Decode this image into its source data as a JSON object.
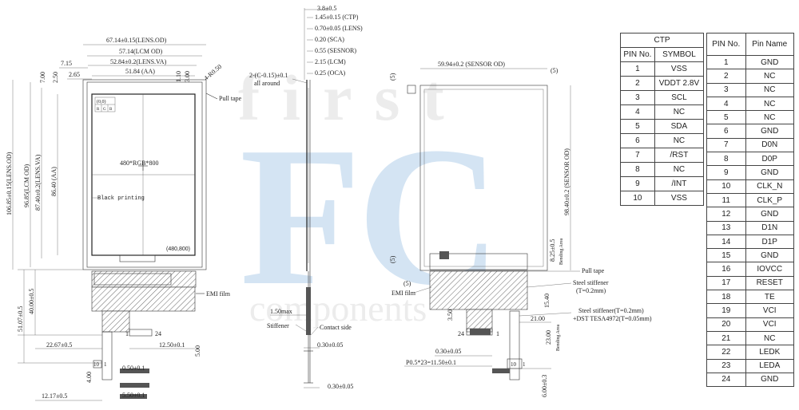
{
  "watermark": {
    "line1": "first",
    "line2": "FC",
    "line3": "components"
  },
  "front_view": {
    "dims": {
      "lens_od_w": "67.14±0.15(LENS.OD)",
      "lcm_od_w": "57.14(LCM OD)",
      "lens_va_w": "52.84±0.2(LENS.VA)",
      "aa_w": "51.84 (AA)",
      "d715": "7.15",
      "d265": "2.65",
      "d700": "7.00",
      "d250": "2.50",
      "d110": "1.10",
      "d300": "3.00",
      "corner": "4-R0.50",
      "lens_od_h": "106.85±0.15(LENS.OD)",
      "lcm_od_h": "96.85(LCM OD)",
      "lens_va_h": "87.40±0.2(LENS.VA)",
      "aa_h": "86.40 (AA)",
      "d4000": "40.00±0.5",
      "d5107": "51.07±0.5",
      "d2267": "22.67±0.5",
      "d1250": "12.50±0.1",
      "d500": "5.00",
      "d400": "4.00",
      "d050": "0.50±0.1",
      "d550": "5.50±0.1",
      "d1217": "12.17±0.5"
    },
    "labels": {
      "pull_tape": "Pull tape",
      "resolution": "480*RGB*800",
      "origin": "(0,0)",
      "rgb_r": "R",
      "rgb_g": "G",
      "rgb_b": "B",
      "black_printing": "Black printing",
      "end_px": "(480,800)",
      "emi_film": "EMI film",
      "pin1": "1",
      "pin24": "24",
      "pin10": "10",
      "pin1b": "1"
    }
  },
  "side_view": {
    "dims": {
      "t38": "3.8±0.5",
      "t145": "1.45±0.15 (CTP)",
      "t070": "0.70±0.05 (LENS)",
      "t020": "0.20 (SCA)",
      "t055": "0.55 (SESNOR)",
      "t215": "2.15 (LCM)",
      "t025": "0.25 (OCA)",
      "chamfer": "2-(C-0.15)±0.1",
      "all_around": "all around",
      "t150": "1.50max",
      "t030a": "0.30±0.05",
      "t030b": "0.30±0.05"
    },
    "labels": {
      "stiffener": "Stiffener",
      "contact_side": "Contact side"
    }
  },
  "back_view": {
    "dims": {
      "sensor_w": "59.94±0.2 (SENSOR OD)",
      "sensor_h": "98.40±0.2 (SENSOR OD)",
      "s5a": "(5)",
      "s5b": "(5)",
      "s5c": "(5)",
      "s5d": "(5)",
      "s825": "8.25±0.5",
      "bend_area": "Bending Area",
      "s1540": "15.40",
      "s350": "3.50",
      "s2100": "21.00",
      "s2300": "23.00",
      "bend_area2": "Bending Area",
      "s030": "0.30±0.05",
      "pitch": "P0.5*23=11.50±0.1",
      "s600": "6.00±0.3"
    },
    "labels": {
      "pull_tape": "Pull tape",
      "steel1": "Steel stiffener",
      "steel1b": "(T=0.2mm)",
      "emi_film": "EMI film",
      "steel2": "Steel stiffener(T=0.2mm)",
      "steel2b": "+DST TESA4972(T=0.05mm)",
      "pin24": "24",
      "pin1": "1",
      "pin10": "10",
      "pin1b": "1"
    }
  },
  "ctp_table": {
    "title": "CTP",
    "headers": [
      "PIN No.",
      "SYMBOL"
    ],
    "rows": [
      [
        "1",
        "VSS"
      ],
      [
        "2",
        "VDDT 2.8V"
      ],
      [
        "3",
        "SCL"
      ],
      [
        "4",
        "NC"
      ],
      [
        "5",
        "SDA"
      ],
      [
        "6",
        "NC"
      ],
      [
        "7",
        "/RST"
      ],
      [
        "8",
        "NC"
      ],
      [
        "9",
        "/INT"
      ],
      [
        "10",
        "VSS"
      ]
    ]
  },
  "lcd_table": {
    "headers": [
      "PIN No.",
      "Pin Name"
    ],
    "rows": [
      [
        "1",
        "GND"
      ],
      [
        "2",
        "NC"
      ],
      [
        "3",
        "NC"
      ],
      [
        "4",
        "NC"
      ],
      [
        "5",
        "NC"
      ],
      [
        "6",
        "GND"
      ],
      [
        "7",
        "D0N"
      ],
      [
        "8",
        "D0P"
      ],
      [
        "9",
        "GND"
      ],
      [
        "10",
        "CLK_N"
      ],
      [
        "11",
        "CLK_P"
      ],
      [
        "12",
        "GND"
      ],
      [
        "13",
        "D1N"
      ],
      [
        "14",
        "D1P"
      ],
      [
        "15",
        "GND"
      ],
      [
        "16",
        "IOVCC"
      ],
      [
        "17",
        "RESET"
      ],
      [
        "18",
        "TE"
      ],
      [
        "19",
        "VCI"
      ],
      [
        "20",
        "VCI"
      ],
      [
        "21",
        "NC"
      ],
      [
        "22",
        "LEDK"
      ],
      [
        "23",
        "LEDA"
      ],
      [
        "24",
        "GND"
      ]
    ]
  }
}
